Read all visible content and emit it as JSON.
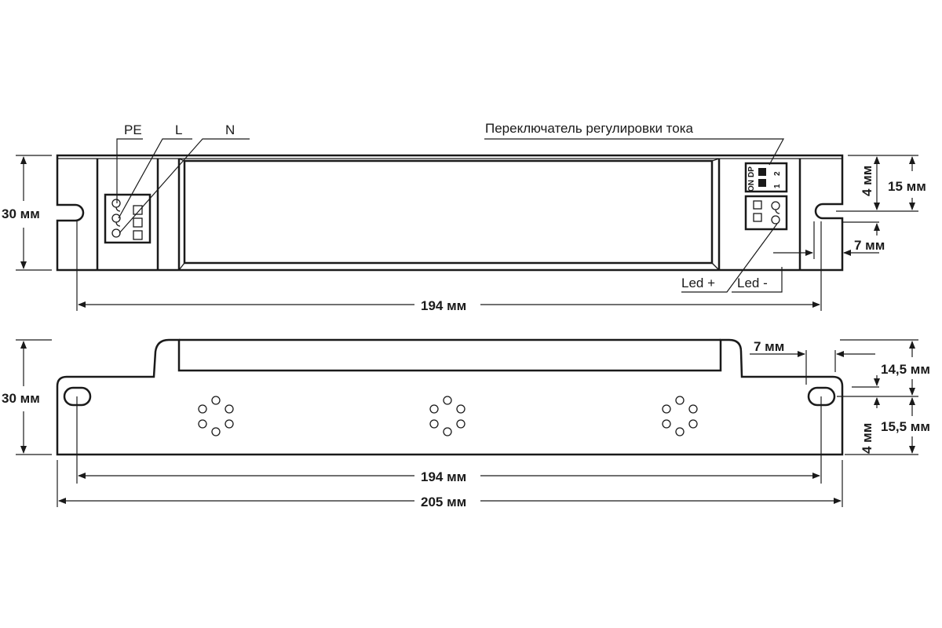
{
  "top_view": {
    "terminal_labels": {
      "pe": "PE",
      "l": "L",
      "n": "N"
    },
    "switch_label": "Переключатель регулировки тока",
    "dip_text": {
      "on": "ON",
      "dp": "DP",
      "one": "1",
      "two": "2"
    },
    "led_plus": "Led +",
    "led_minus": "Led -",
    "dims": {
      "height": "30 мм",
      "mount_span": "194 мм",
      "slot_offset_v": "4 мм",
      "slot_to_top": "15 мм",
      "slot_to_edge": "7 мм"
    }
  },
  "bottom_view": {
    "dims": {
      "height": "30 мм",
      "hole_to_edge": "7 мм",
      "hole_to_top": "14,5 мм",
      "hole_to_bottom": "15,5 мм",
      "hole_offset_v": "4 мм",
      "mount_span": "194 мм",
      "overall_length": "205 мм"
    }
  }
}
